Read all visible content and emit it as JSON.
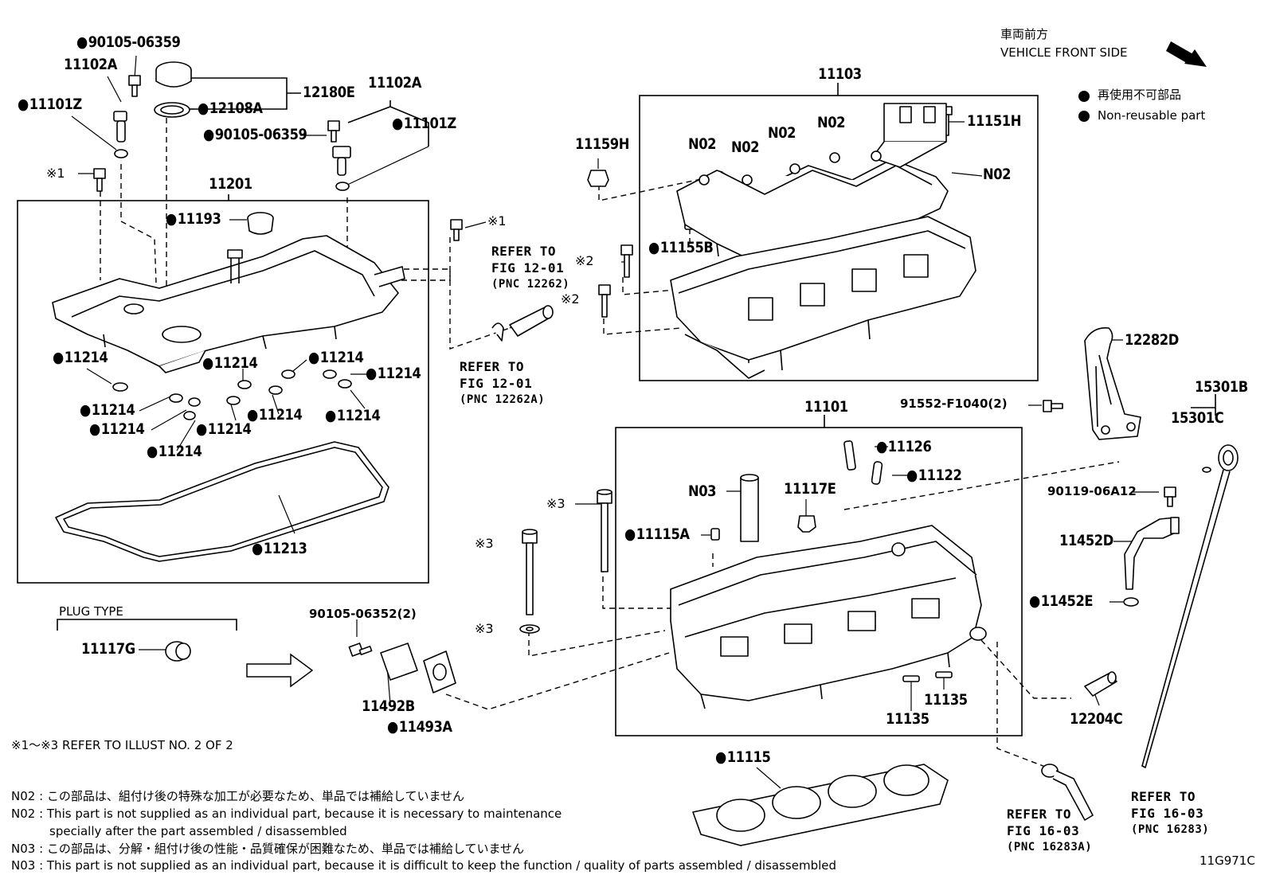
{
  "header": {
    "front_ja": "車両前方",
    "front_en": "VEHICLE FRONT SIDE",
    "legend_ja": "再使用不可部品",
    "legend_en": "Non-reusable part"
  },
  "frames": {
    "cover": "11201",
    "head_top": "11103",
    "head_body": "11101"
  },
  "labels": {
    "l_90105_06359_a": "90105-06359",
    "l_11102A_a": "11102A",
    "l_11101Z_a": "11101Z",
    "l_12108A": "12108A",
    "l_12180E": "12180E",
    "l_11102A_b": "11102A",
    "l_90105_06359_b": "90105-06359",
    "l_11101Z_b": "11101Z",
    "l_x1_a": "※1",
    "l_11193": "11193",
    "l_x1_b": "※1",
    "l_11214_1": "11214",
    "l_11214_2": "11214",
    "l_11214_3": "11214",
    "l_11214_4": "11214",
    "l_11214_5": "11214",
    "l_11214_6": "11214",
    "l_11214_7": "11214",
    "l_11214_8": "11214",
    "l_11214_9": "11214",
    "l_11214_10": "11214",
    "l_11213": "11213",
    "l_11159H": "11159H",
    "l_n02_1": "N02",
    "l_n02_2": "N02",
    "l_n02_3": "N02",
    "l_n02_4": "N02",
    "l_n02_5": "N02",
    "l_11151H": "11151H",
    "l_11155B": "11155B",
    "l_x2_a": "※2",
    "l_x2_b": "※2",
    "l_12282D": "12282D",
    "l_15301B": "15301B",
    "l_15301C": "15301C",
    "l_91552": "91552-F1040(2)",
    "l_11126": "11126",
    "l_11122": "11122",
    "l_n03": "N03",
    "l_11117E": "11117E",
    "l_x3_a": "※3",
    "l_x3_b": "※3",
    "l_x3_c": "※3",
    "l_11115A": "11115A",
    "l_90119": "90119-06A12",
    "l_11452D": "11452D",
    "l_11452E": "11452E",
    "l_11117G": "11117G",
    "l_90105_06352": "90105-06352(2)",
    "l_11492B": "11492B",
    "l_11493A": "11493A",
    "l_11135_a": "11135",
    "l_11135_b": "11135",
    "l_12204C": "12204C",
    "l_11115": "11115",
    "l_11g971c": "11G971C"
  },
  "plug_type": "PLUG TYPE",
  "refs": {
    "r1": {
      "refer": "REFER TO",
      "fig": "FIG 12-01",
      "pnc": "(PNC 12262)"
    },
    "r2": {
      "refer": "REFER TO",
      "fig": "FIG 12-01",
      "pnc": "(PNC 12262A)"
    },
    "r3": {
      "refer": "REFER TO",
      "fig": "FIG 16-03",
      "pnc": "(PNC 16283A)"
    },
    "r4": {
      "refer": "REFER TO",
      "fig": "FIG 16-03",
      "pnc": "(PNC 16283)"
    }
  },
  "refer_illust": "※1〜※3  REFER TO ILLUST NO. 2 OF 2",
  "notes": {
    "n02_ja": "N02 : この部品は、組付け後の特殊な加工が必要なため、単品では補給していません",
    "n02_en1": "N02 : This part is not supplied as an individual part, because it is necessary to maintenance",
    "n02_en2": "specially after the part assembled / disassembled",
    "n03_ja": "N03 : この部品は、分解・組付け後の性能・品質確保が困難なため、単品では補給していません",
    "n03_en": "N03 : This part is not supplied as an individual part, because it is difficult to keep the function / quality of parts  assembled / disassembled"
  }
}
